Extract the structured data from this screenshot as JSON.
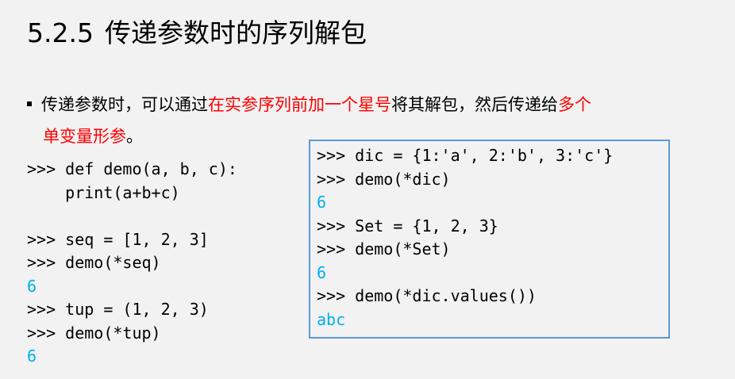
{
  "title": {
    "number": "5.2.5",
    "text": "传递参数时的序列解包"
  },
  "bullet": {
    "part1": "传递参数时，可以通过",
    "red1": "在实参序列前加一个星号",
    "part2": "将其解包，然后传递给",
    "red2": "多个",
    "red3": "单变量形参",
    "part3": "。"
  },
  "left_code": [
    {
      "kind": "code",
      "text": ">>> def demo(a, b, c):"
    },
    {
      "kind": "code",
      "text": "    print(a+b+c)"
    },
    {
      "kind": "blank",
      "text": ""
    },
    {
      "kind": "code",
      "text": ">>> seq = [1, 2, 3]"
    },
    {
      "kind": "code",
      "text": ">>> demo(*seq)"
    },
    {
      "kind": "output",
      "text": "6"
    },
    {
      "kind": "code",
      "text": ">>> tup = (1, 2, 3)"
    },
    {
      "kind": "code",
      "text": ">>> demo(*tup)"
    },
    {
      "kind": "output",
      "text": "6"
    }
  ],
  "right_code": [
    {
      "kind": "code",
      "text": ">>> dic = {1:'a', 2:'b', 3:'c'}"
    },
    {
      "kind": "code",
      "text": ">>> demo(*dic)"
    },
    {
      "kind": "output",
      "text": "6"
    },
    {
      "kind": "code",
      "text": ">>> Set = {1, 2, 3}"
    },
    {
      "kind": "code",
      "text": ">>> demo(*Set)"
    },
    {
      "kind": "output",
      "text": "6"
    },
    {
      "kind": "code",
      "text": ">>> demo(*dic.values())"
    },
    {
      "kind": "output",
      "text": "abc"
    }
  ],
  "colors": {
    "accent_red": "#ff0000",
    "output_blue": "#00b0f0",
    "box_border": "#5b9bd5",
    "background": "#f2f2f2"
  }
}
